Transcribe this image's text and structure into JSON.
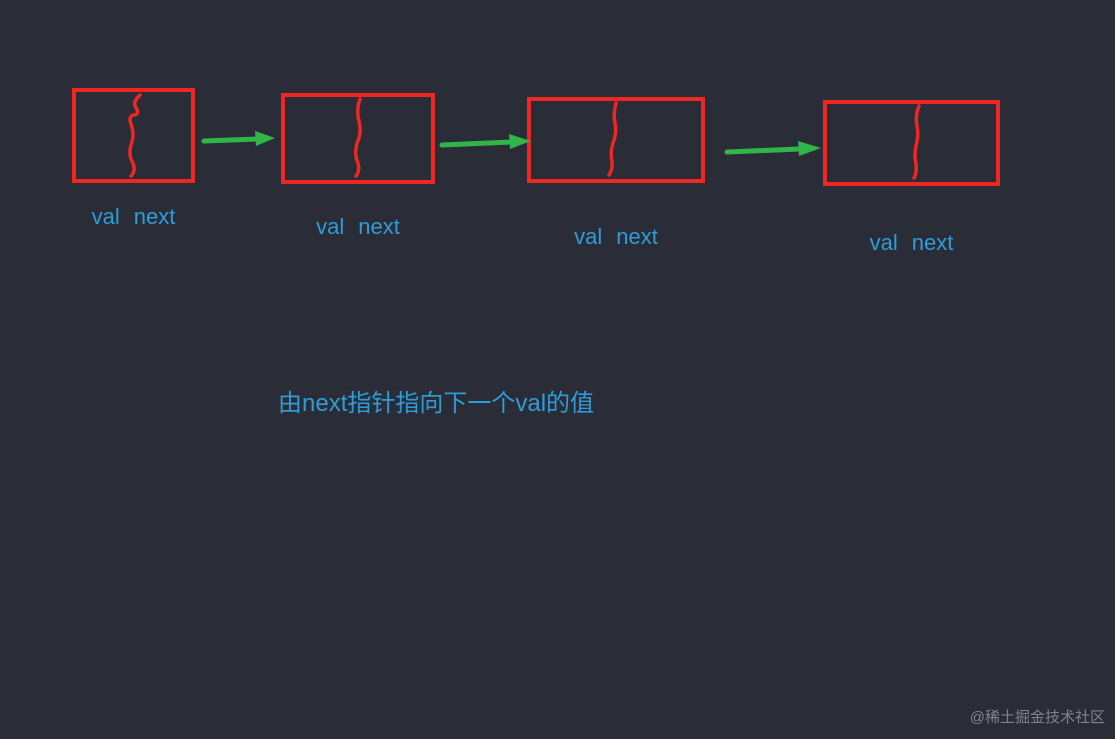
{
  "diagram": {
    "annotation": "由next指针指向下一个val的值",
    "watermark": "@稀土掘金技术社区",
    "nodes": [
      {
        "val_label": "val",
        "next_label": "next"
      },
      {
        "val_label": "val",
        "next_label": "next"
      },
      {
        "val_label": "val",
        "next_label": "next"
      },
      {
        "val_label": "val",
        "next_label": "next"
      }
    ]
  },
  "colors": {
    "background": "#2a2d38",
    "node_border": "#ee2722",
    "arrow": "#31b548",
    "label_text": "#2e9cd6",
    "watermark": "#90939a"
  }
}
